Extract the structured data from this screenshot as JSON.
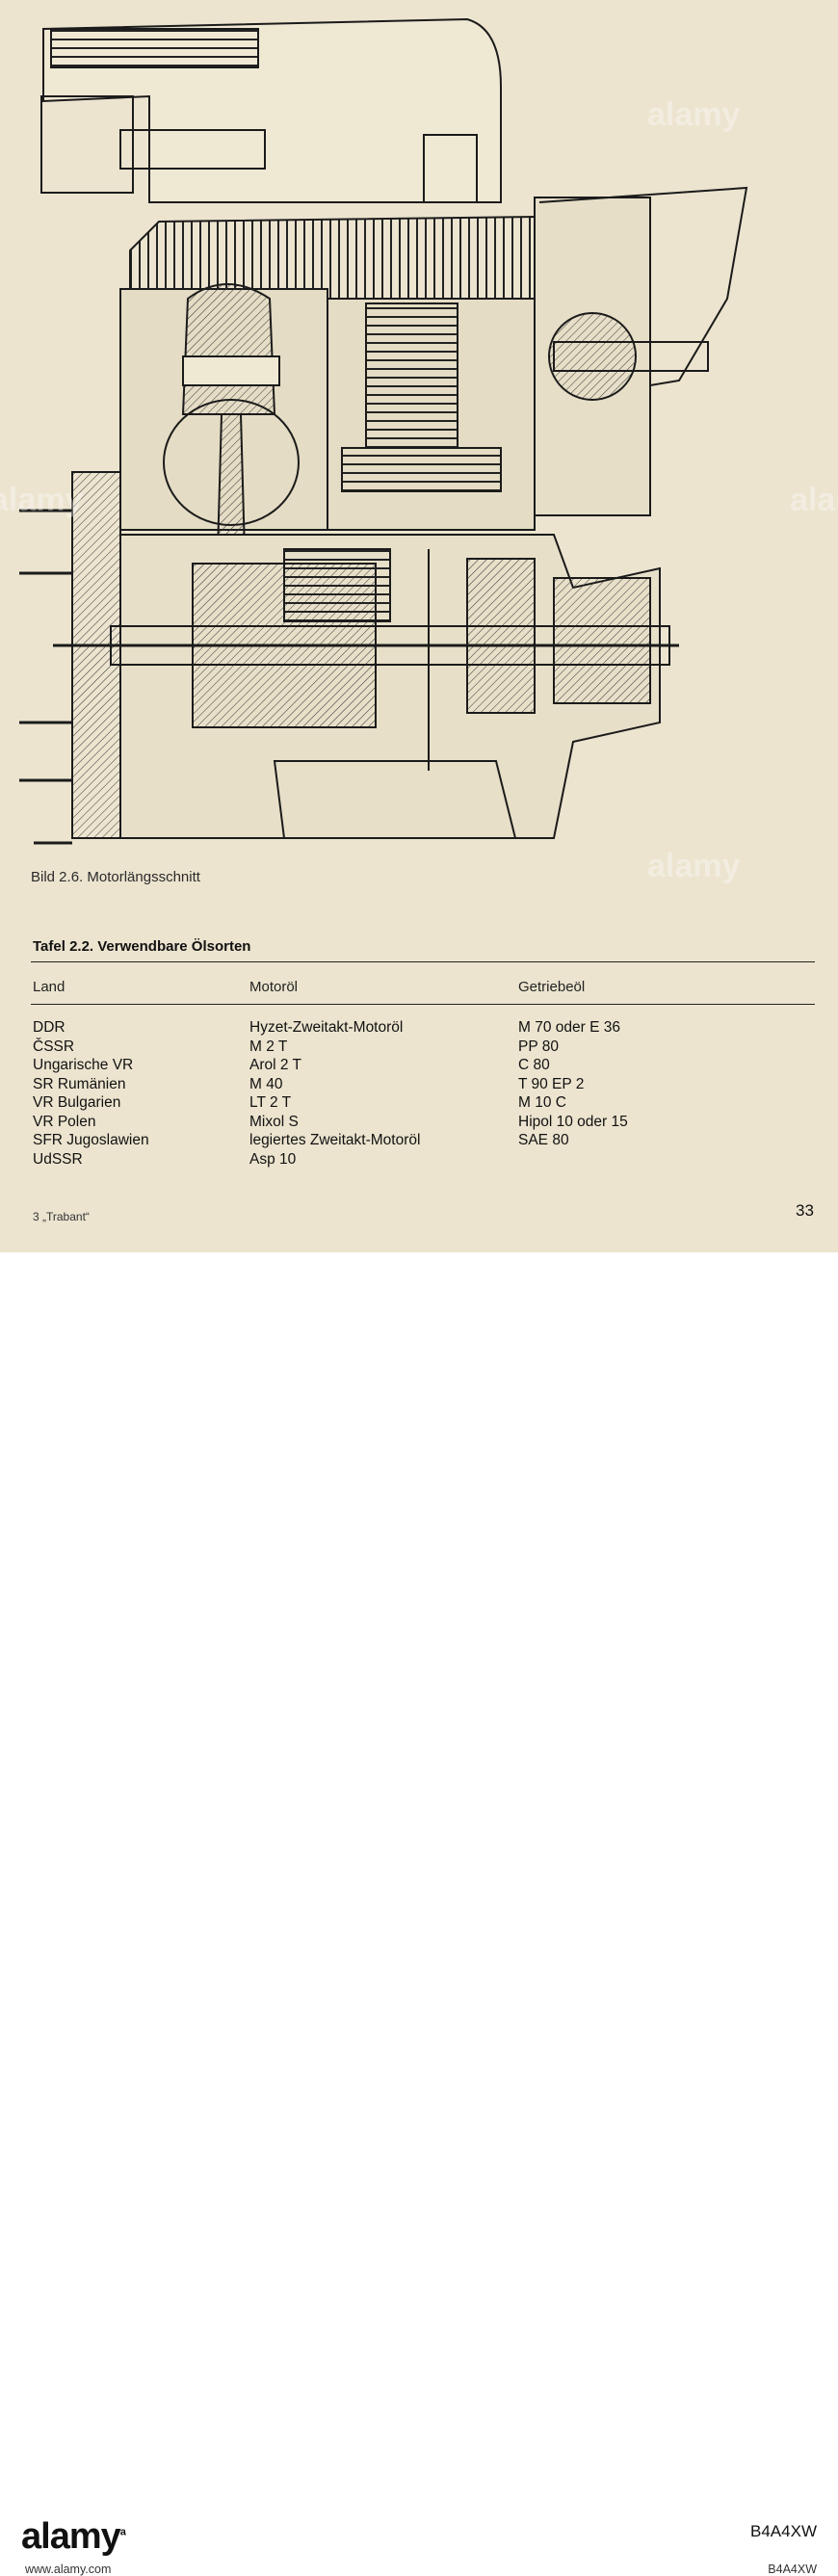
{
  "figure": {
    "caption": "Bild 2.6. Motorlängsschnitt"
  },
  "table": {
    "title": "Tafel 2.2. Verwendbare Ölsorten",
    "headers": [
      "Land",
      "Motoröl",
      "Getriebeöl"
    ],
    "rows": [
      [
        "DDR",
        "Hyzet-Zweitakt-Motoröl",
        "M 70 oder E 36"
      ],
      [
        "ČSSR",
        "M 2 T",
        "PP 80"
      ],
      [
        "Ungarische VR",
        "Arol 2 T",
        "C 80"
      ],
      [
        "SR Rumänien",
        "M 40",
        "T 90 EP 2"
      ],
      [
        "VR Bulgarien",
        "LT 2 T",
        "M 10 C"
      ],
      [
        "VR Polen",
        "Mixol S",
        "Hipol 10 oder 15"
      ],
      [
        "SFR Jugoslawien",
        "legiertes Zweitakt-Motoröl",
        "SAE 80"
      ],
      [
        "UdSSR",
        "Asp 10",
        ""
      ]
    ]
  },
  "footer": {
    "left": "3 „Trabant“",
    "page_number": "33"
  },
  "watermark": "alamy",
  "stock_bar": {
    "logo": "alamy",
    "logo_mark": "a",
    "url": "www.alamy.com",
    "image_id": "B4A4XW",
    "image_id_small": "B4A4XW"
  }
}
